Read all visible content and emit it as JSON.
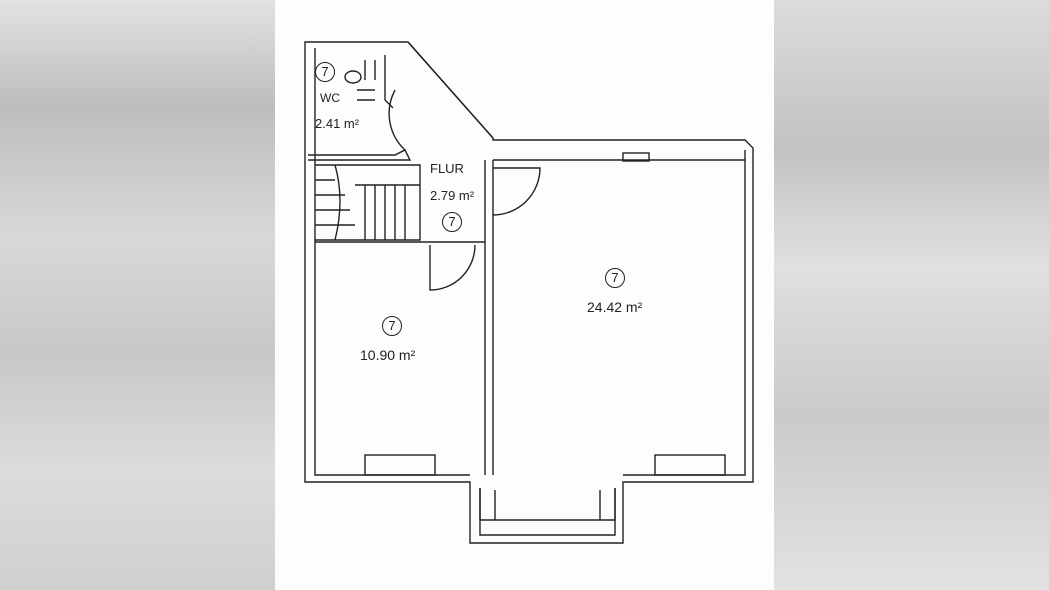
{
  "rooms": {
    "wc": {
      "name": "WC",
      "area": "2.41 m²",
      "number": "7"
    },
    "flur": {
      "name": "FLUR",
      "area": "2.79 m²",
      "number": "7"
    },
    "room_small": {
      "area": "10.90 m²",
      "number": "7"
    },
    "room_large": {
      "area": "24.42 m²",
      "number": "7"
    }
  }
}
